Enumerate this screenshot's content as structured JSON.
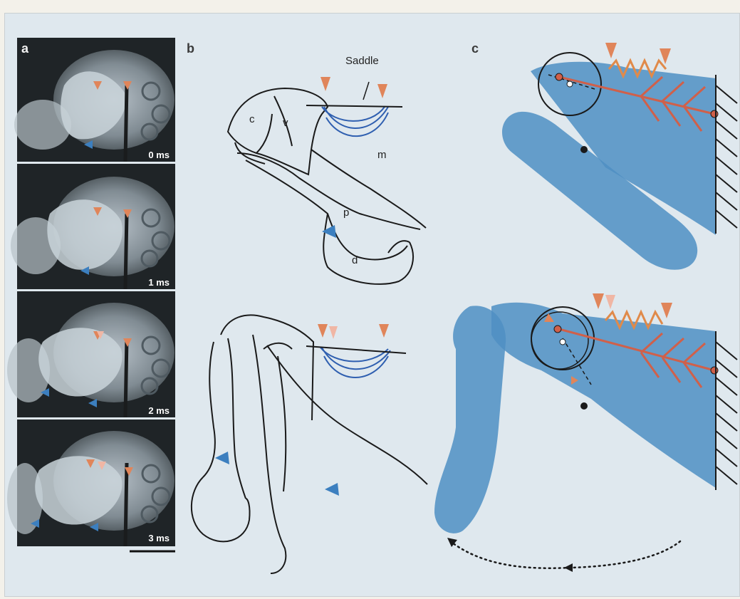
{
  "panels": {
    "a": {
      "letter": "a",
      "frames": [
        {
          "time": "0 ms"
        },
        {
          "time": "1 ms"
        },
        {
          "time": "2 ms"
        },
        {
          "time": "3 ms"
        }
      ]
    },
    "b": {
      "letter": "b",
      "labels": {
        "saddle": "Saddle",
        "c": "c",
        "v": "v",
        "m": "m",
        "p": "p",
        "d": "d"
      }
    },
    "c": {
      "letter": "c"
    }
  },
  "colors": {
    "frame_bg": "#dfe8ee",
    "blue_shape": "#4f8fc3",
    "muscle_red": "#d0604a",
    "spring_orange": "#e08a4a",
    "arrow_orange": "#e0855a",
    "arrow_pink": "#f0b6a4",
    "arrow_blue": "#3c7fbf",
    "outline": "#1a1a1a"
  }
}
